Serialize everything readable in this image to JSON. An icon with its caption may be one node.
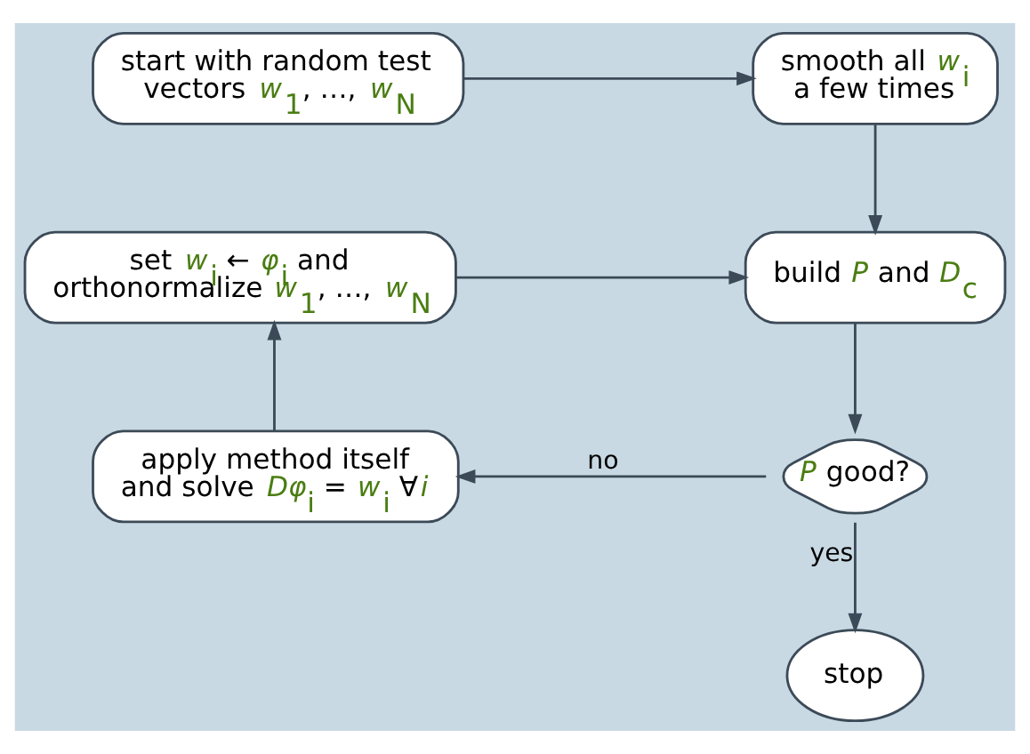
{
  "diagram": {
    "nodes": [
      {
        "text": [
          "start with random test vectors *w*$_{1}$, …, *w*$_{N}$"
        ]
      },
      {
        "text": [
          "smooth all *w*$_{i}$ a few times"
        ]
      },
      {
        "text": [
          "build *P* and *D*$_{c}$"
        ]
      },
      {
        "text": [
          "*P* good?"
        ]
      },
      {
        "text": [
          "apply method itself and solve *Dφ*$_{i}$ = *w*$_{i}$ ∀*i*"
        ]
      },
      {
        "text": [
          "set *w*$_{i}$ ← *φ*$_{i}$ and orthonormalize *w*$_{1}$, …, *w*$_{N}$"
        ]
      },
      {
        "text": [
          "stop"
        ]
      }
    ],
    "edges": [
      {
        "from": 0,
        "to": 1,
        "arrow": "to"
      },
      {
        "from": 1,
        "to": 2,
        "arrow": "to"
      },
      {
        "from": 2,
        "to": 3,
        "arrow": "to"
      },
      {
        "from": 3,
        "to": 4,
        "arrow": "to",
        "label": "no"
      },
      {
        "from": 4,
        "to": 5,
        "arrow": "to"
      },
      {
        "from": 5,
        "to": 2,
        "arrow": "to"
      },
      {
        "from": 3,
        "to": 6,
        "arrow": "to",
        "label": "yes"
      }
    ]
  }
}
